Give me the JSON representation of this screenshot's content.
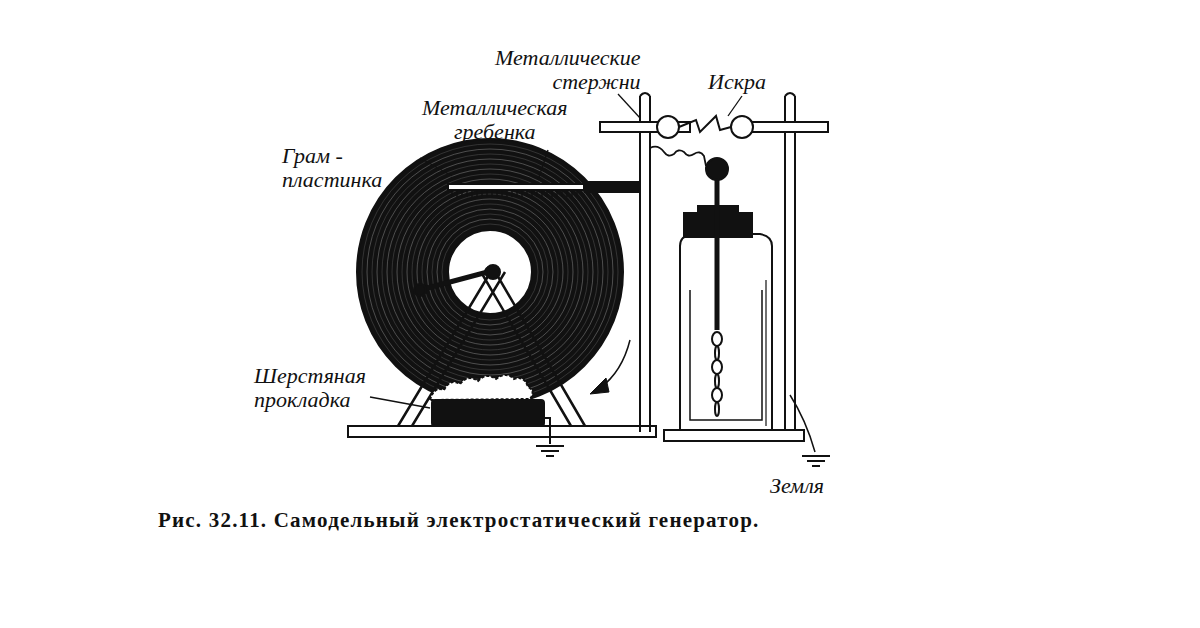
{
  "diagram": {
    "caption": "Рис. 32.11. Самодельный электростатический генератор.",
    "labels": [
      "Металлические стержни",
      "Искра",
      "Металлическая гребенка",
      "Грам - пластинка",
      "Шерстяная прокладка",
      "Земля"
    ]
  }
}
